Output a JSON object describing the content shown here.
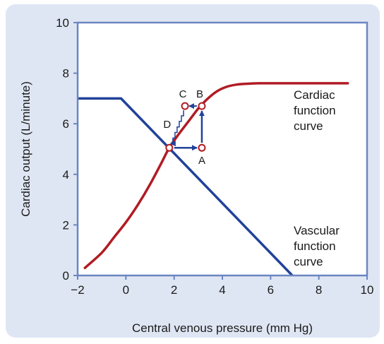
{
  "colors": {
    "panel_background": "#dfe6f3",
    "plot_background": "#ffffff",
    "axis": "#6a86c2",
    "cardiac_curve": "#b01c24",
    "vascular_curve": "#21419a",
    "arrow": "#21419a",
    "marker_fill": "#ffffff",
    "marker_stroke": "#b01c24"
  },
  "chart_data": {
    "type": "line",
    "xlabel": "Central venous pressure (mm Hg)",
    "ylabel": "Cardiac output (L/minute)",
    "xlim": [
      -2,
      10
    ],
    "ylim": [
      0,
      10
    ],
    "x_ticks": [
      "−2",
      "0",
      "2",
      "4",
      "6",
      "8",
      "10"
    ],
    "y_ticks": [
      "0",
      "2",
      "4",
      "6",
      "8",
      "10"
    ],
    "grid": false,
    "series": [
      {
        "key": "cardiac",
        "label_lines": [
          "Cardiac",
          "function",
          "curve"
        ],
        "x": [
          -1.7,
          -1.0,
          -0.5,
          0.0,
          0.5,
          1.0,
          1.5,
          1.8,
          2.2,
          2.6,
          3.0,
          3.4,
          3.8,
          4.2,
          4.6,
          5.0,
          5.5,
          6.0,
          7.0,
          8.0,
          9.2
        ],
        "y": [
          0.3,
          0.9,
          1.5,
          2.1,
          2.8,
          3.6,
          4.5,
          5.05,
          5.6,
          6.1,
          6.6,
          7.0,
          7.3,
          7.47,
          7.55,
          7.58,
          7.6,
          7.6,
          7.6,
          7.6,
          7.6
        ]
      },
      {
        "key": "vascular",
        "label_lines": [
          "Vascular",
          "function",
          "curve"
        ],
        "x": [
          -2.0,
          -0.2,
          6.9
        ],
        "y": [
          7.0,
          7.0,
          0.0
        ]
      }
    ],
    "points": [
      {
        "label": "A",
        "x": 3.15,
        "y": 5.05
      },
      {
        "label": "B",
        "x": 3.15,
        "y": 6.7
      },
      {
        "label": "C",
        "x": 2.45,
        "y": 6.7
      },
      {
        "label": "D",
        "x": 1.8,
        "y": 5.05
      }
    ]
  }
}
